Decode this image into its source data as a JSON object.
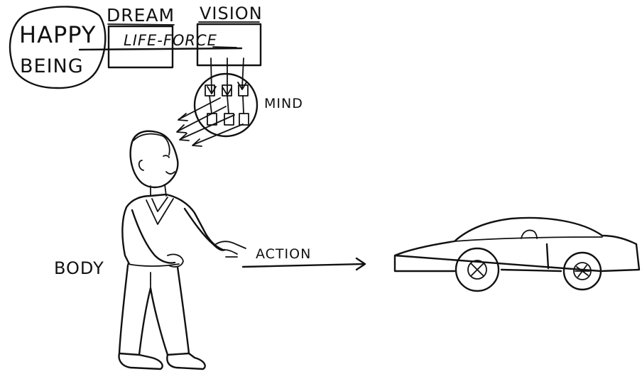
{
  "labels": {
    "happy_being_line1": "HAPPY",
    "happy_being_line2": "BEING",
    "dream": "DREAM",
    "vision": "VISION",
    "life_force": "LIFE-FORCE",
    "mind": "MIND",
    "body": "BODY",
    "action": "ACTION"
  },
  "colors": {
    "ink": "#111111",
    "paper": "#ffffff"
  }
}
